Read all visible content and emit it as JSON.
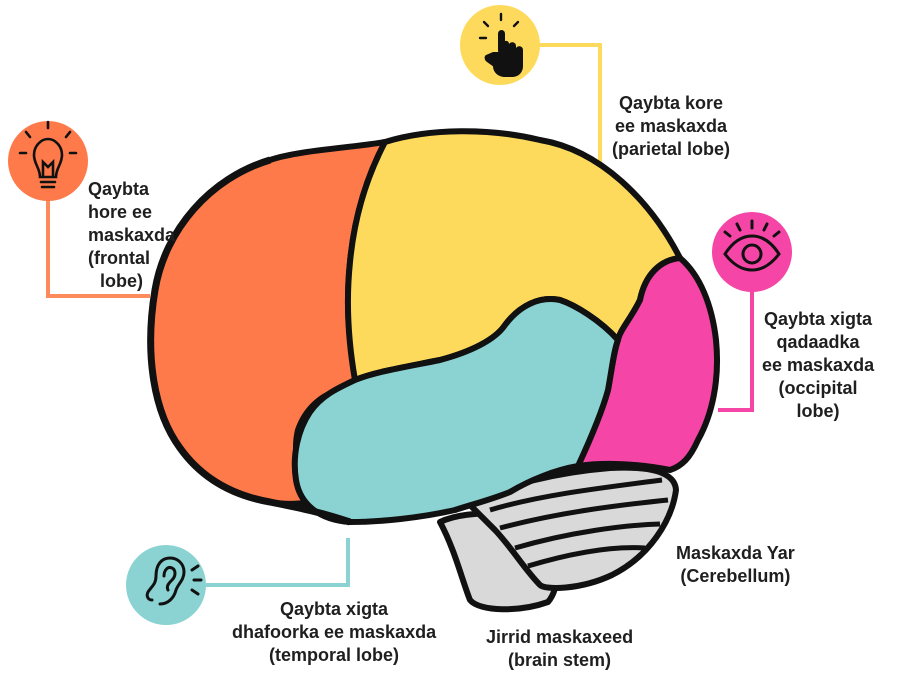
{
  "colors": {
    "frontal": "#FF7A4A",
    "parietal": "#FEDA5C",
    "occipital": "#F545A6",
    "temporal": "#8AD3D2",
    "cerebellum": "#D9D9D9",
    "brainstem": "#D9D9D9",
    "outline": "#111111"
  },
  "labels": {
    "frontal": [
      "Qaybta",
      "hore ee",
      "maskaxda",
      "(frontal",
      "lobe)"
    ],
    "parietal": [
      "Qaybta kore",
      "ee maskaxda",
      "(parietal lobe)"
    ],
    "occipital": [
      "Qaybta xigta",
      "qadaadka",
      "ee maskaxda",
      "(occipital",
      "lobe)"
    ],
    "temporal": [
      "Qaybta xigta",
      "dhafoorka ee maskaxda",
      "(temporal lobe)"
    ],
    "cerebellum": [
      "Maskaxda Yar",
      "(Cerebellum)"
    ],
    "brainstem": [
      "Jirrid maskaxeed",
      "(brain stem)"
    ]
  },
  "icons": {
    "frontal": "lightbulb-icon",
    "parietal": "pointing-hand-icon",
    "occipital": "eye-icon",
    "temporal": "ear-icon"
  }
}
